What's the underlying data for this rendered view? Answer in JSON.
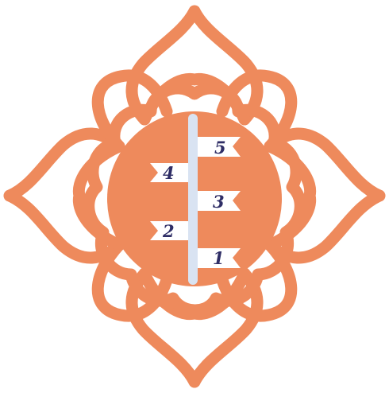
{
  "colors": {
    "accent": "#ee8a5c",
    "accent_dark": "#e97f4f",
    "pole": "#d9e3f2",
    "flag": "#ffffff",
    "number_text": "#2f2e66"
  },
  "flags": [
    {
      "number": "5",
      "side": "right"
    },
    {
      "number": "4",
      "side": "left"
    },
    {
      "number": "3",
      "side": "right"
    },
    {
      "number": "2",
      "side": "left"
    },
    {
      "number": "1",
      "side": "right"
    }
  ]
}
